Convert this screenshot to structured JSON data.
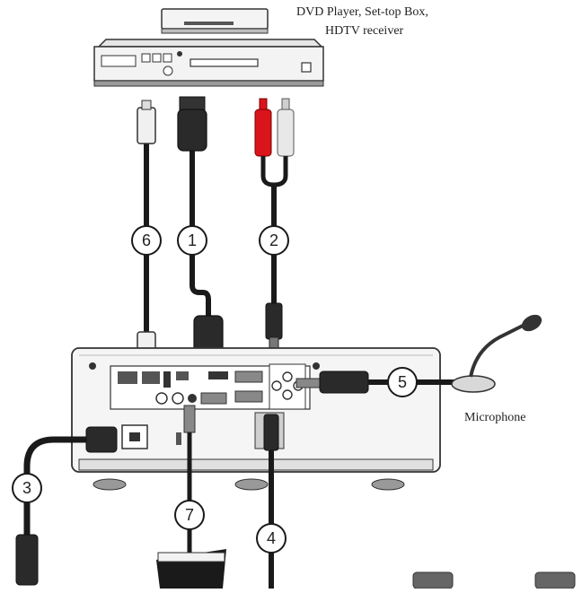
{
  "source_device": {
    "label_line1": "DVD Player, Set-top Box,",
    "label_line2": "HDTV receiver"
  },
  "microphone": {
    "label": "Microphone"
  },
  "cables": [
    {
      "number": "1"
    },
    {
      "number": "2"
    },
    {
      "number": "3"
    },
    {
      "number": "4"
    },
    {
      "number": "5"
    },
    {
      "number": "6"
    },
    {
      "number": "7"
    }
  ],
  "colors": {
    "cable": "#1a1a1a",
    "rca_red": "#d9141a",
    "rca_white": "#e8e8e8",
    "device_body": "#f2f2f2",
    "outline": "#333333"
  }
}
